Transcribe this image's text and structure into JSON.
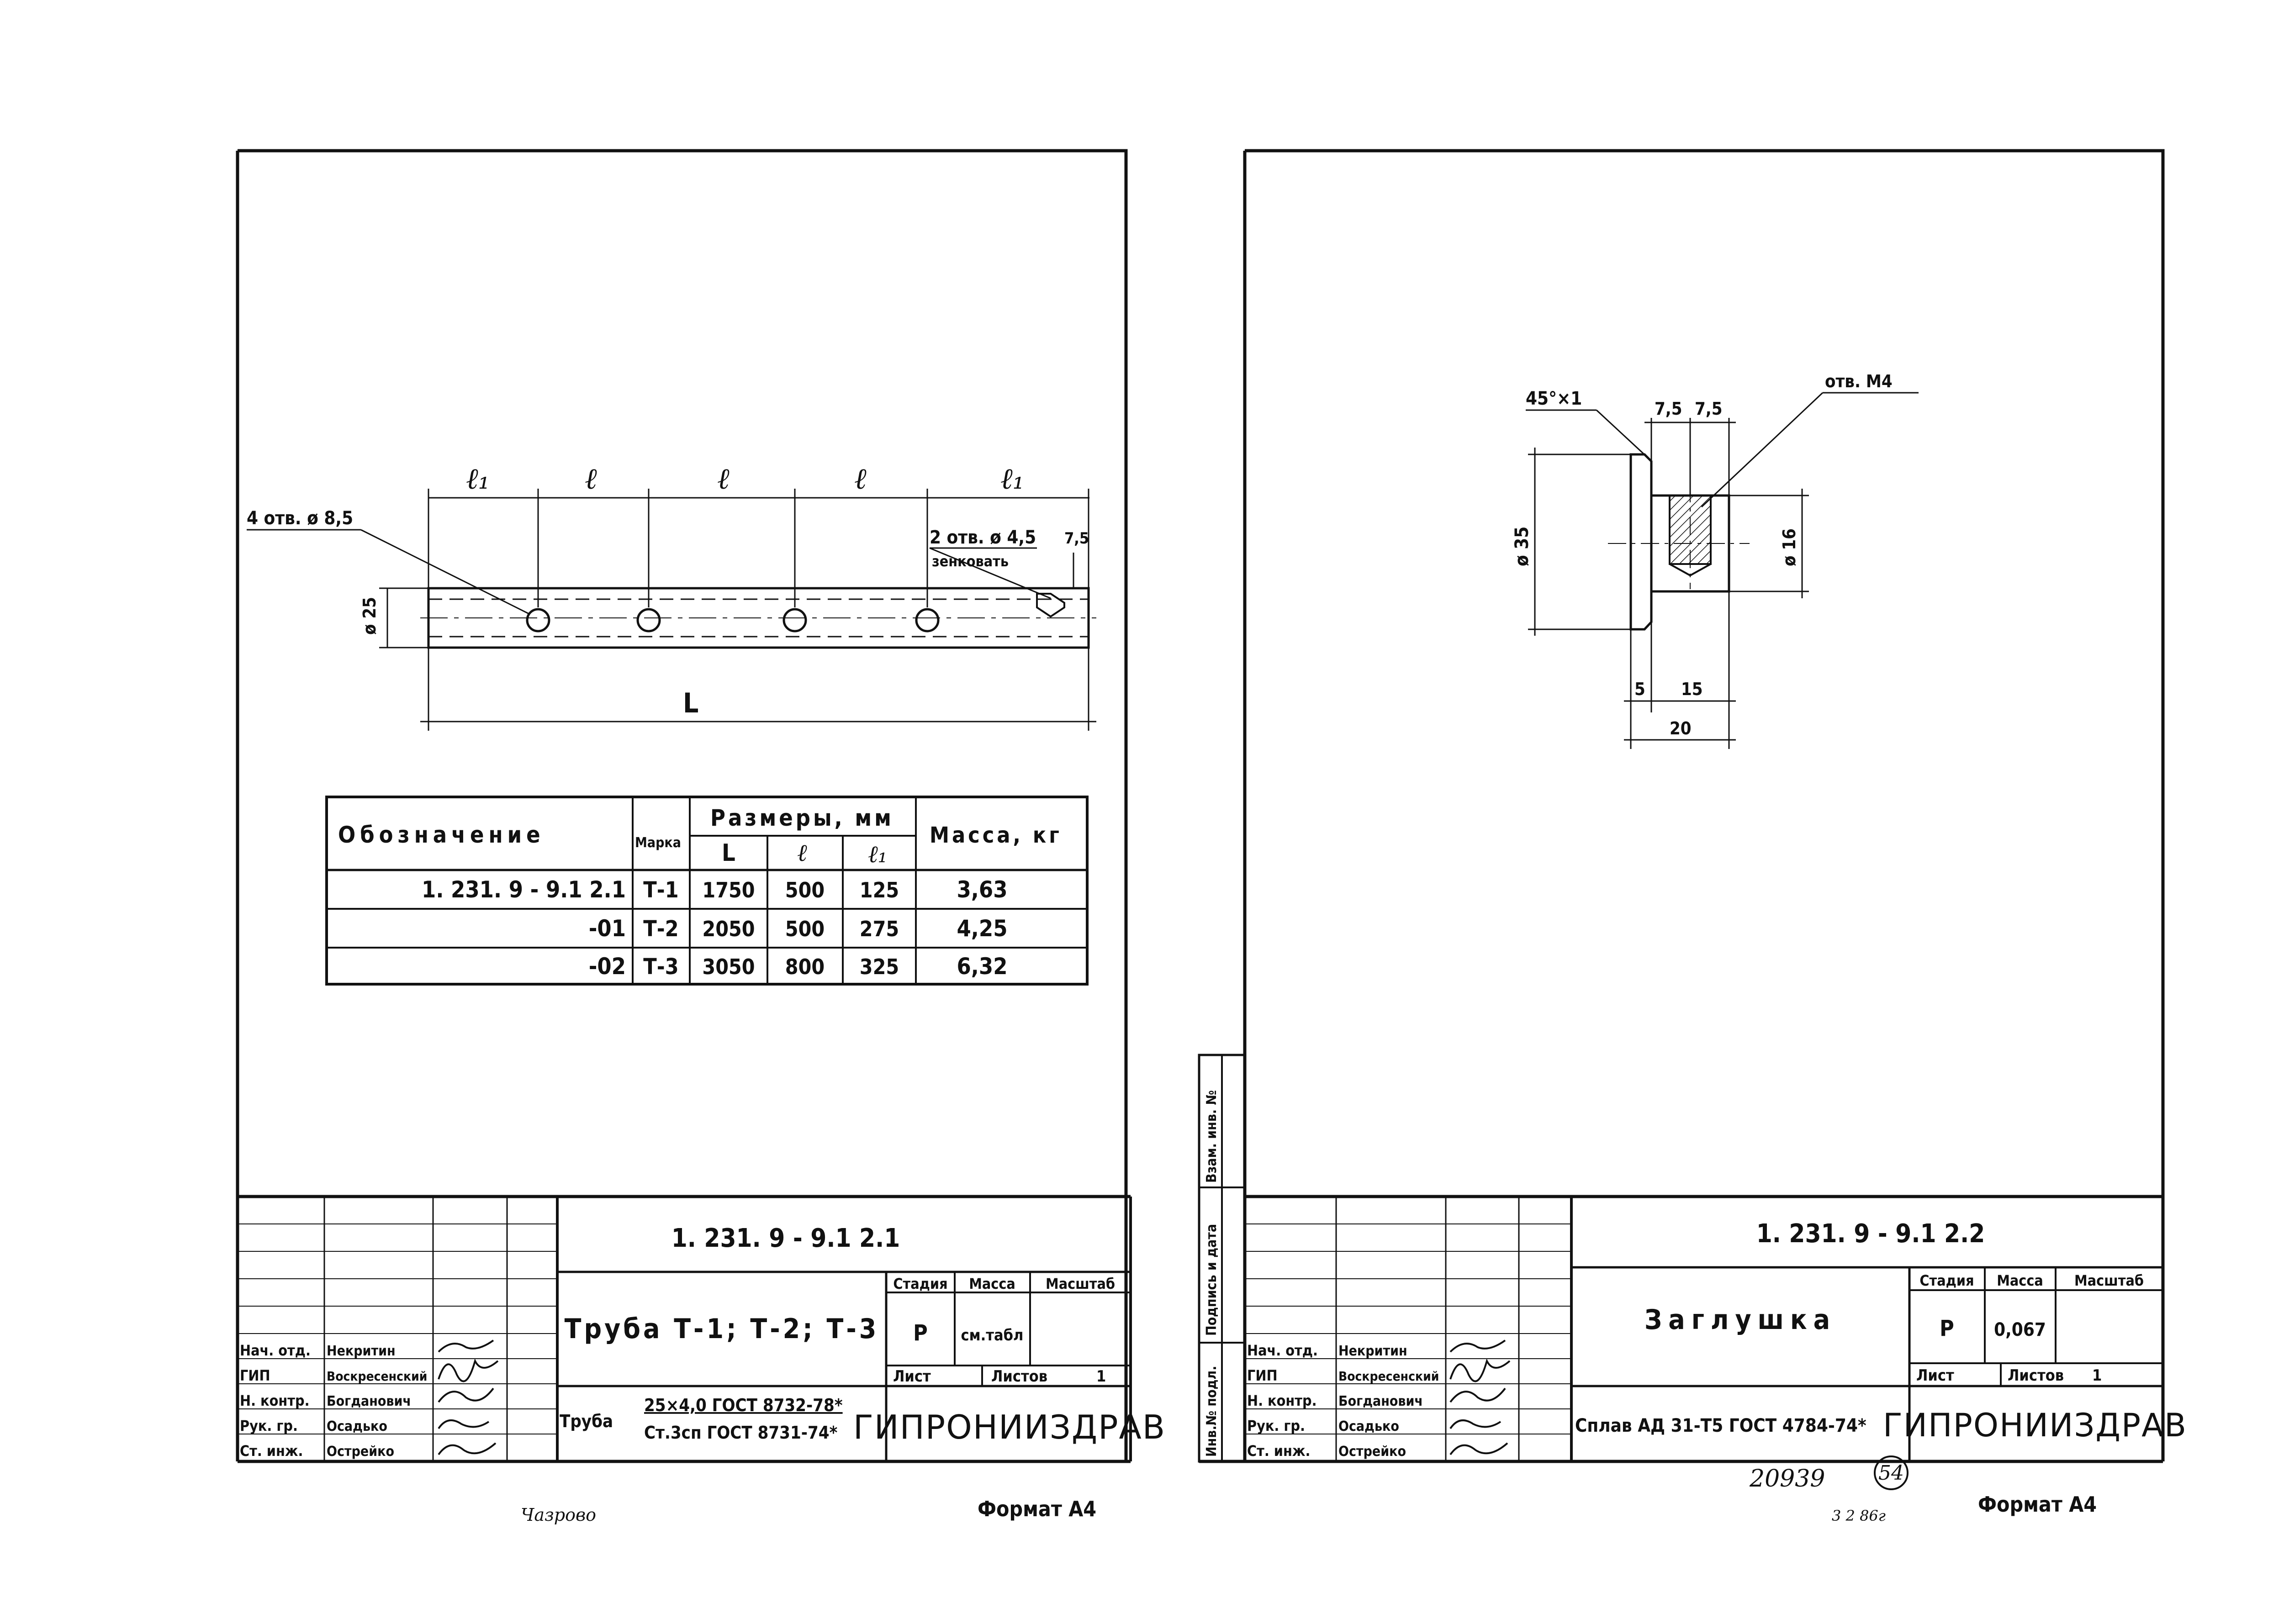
{
  "sheet1": {
    "dims": {
      "l1_left": "ℓ₁",
      "l_1": "ℓ",
      "l_2": "ℓ",
      "l_3": "ℓ",
      "l1_right": "ℓ₁",
      "holes_left": "4 отв. ø 8,5",
      "holes_right": "2 отв. ø 4,5",
      "countersink": "зенковать",
      "dim_7_5": "7,5",
      "diameter": "ø 25",
      "length": "L"
    },
    "table": {
      "h_designation": "Обозначение",
      "h_mark": "Марка",
      "h_sizes": "Размеры, мм",
      "h_mass": "Масса, кг",
      "sub": [
        "L",
        "ℓ",
        "ℓ₁"
      ],
      "rows": [
        {
          "designation": "1. 231. 9 - 9.1   2.1",
          "mark": "Т-1",
          "L": "1750",
          "l": "500",
          "l1": "125",
          "mass": "3,63"
        },
        {
          "designation": "-01",
          "mark": "Т-2",
          "L": "2050",
          "l": "500",
          "l1": "275",
          "mass": "4,25"
        },
        {
          "designation": "-02",
          "mark": "Т-3",
          "L": "3050",
          "l": "800",
          "l1": "325",
          "mass": "6,32"
        }
      ]
    },
    "title_block": {
      "doc_code": "1. 231. 9 - 9.1   2.1",
      "title": "Труба Т-1; Т-2; Т-3",
      "stage_label": "Стадия",
      "mass_label": "Масса",
      "scale_label": "Масштаб",
      "stage": "Р",
      "mass": "см.табл",
      "sheet_label": "Лист",
      "sheets_label": "Листов",
      "sheets": "1",
      "material_prefix": "Труба",
      "material_line1": "25×4,0  ГОСТ 8732-78*",
      "material_line2": "Ст.3сп  ГОСТ 8731-74*",
      "org": "ГИПРОНИИЗДРАВ",
      "roles": [
        "Нач. отд.",
        "ГИП",
        "Н. контр.",
        "Рук. гр.",
        "Ст. инж."
      ],
      "names": [
        "Некритин",
        "Воскресенский",
        "Богданович",
        "Осадько",
        "Острейко"
      ]
    },
    "below_left": "Чазрово",
    "format": "Формат А4"
  },
  "sheet2": {
    "dims": {
      "chamfer": "45°×1",
      "d_7_5_a": "7,5",
      "d_7_5_b": "7,5",
      "thread": "отв. М4",
      "dia35": "ø 35",
      "dia16": "ø 16",
      "d5": "5",
      "d15": "15",
      "d20": "20"
    },
    "side_labels": [
      "Инв.№ подл.",
      "Подпись и дата",
      "Взам. инв. №"
    ],
    "title_block": {
      "doc_code": "1. 231. 9 - 9.1   2.2",
      "title": "Заглушка",
      "stage_label": "Стадия",
      "mass_label": "Масса",
      "scale_label": "Масштаб",
      "stage": "Р",
      "mass": "0,067",
      "sheet_label": "Лист",
      "sheets_label": "Листов",
      "sheets": "1",
      "material": "Сплав АД 31-Т5  ГОСТ 4784-74*",
      "org": "ГИПРОНИИЗДРАВ",
      "roles": [
        "Нач. отд.",
        "ГИП",
        "Н. контр.",
        "Рук. гр.",
        "Ст. инж."
      ],
      "names": [
        "Некритин",
        "Воскресенский",
        "Богданович",
        "Осадько",
        "Острейко"
      ]
    },
    "stamp_number": "20939",
    "page_number": "54",
    "below_note": "3 2 86г",
    "format": "Формат А4"
  }
}
